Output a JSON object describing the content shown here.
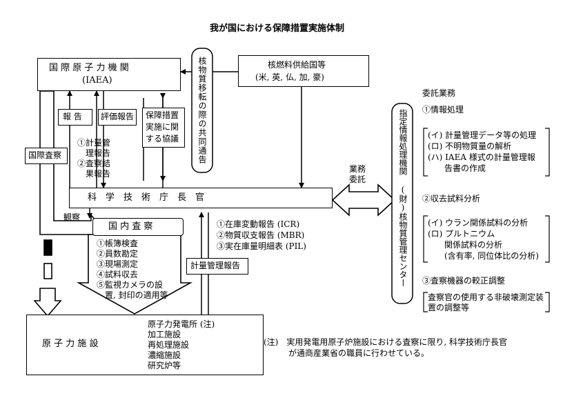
{
  "title": "我が国における保障措置実施体制",
  "iaea": {
    "name": "国 際 原 子 力 機 関",
    "abbr": "(IAEA)"
  },
  "supplier": {
    "title": "核燃料供給国等",
    "countries": "(米, 英, 仏, 加, 豪)"
  },
  "common_notice": "核物質移転の際の共同通告",
  "arrows": {
    "report": "報 告",
    "evaluation_report": "評価報告",
    "safeguards_agreement": [
      "保障措置",
      "実施に関",
      "する協議"
    ],
    "intl_inspection": "国際査察",
    "observation": "観察",
    "accounting_report": "計量管理報告",
    "entrust": [
      "業務",
      "委託"
    ]
  },
  "submissions": [
    "①計量管",
    "理報告",
    "②査察結",
    "果報告"
  ],
  "sta": "科　学　技　術　庁　長　官",
  "domestic_inspection": "国 内 査 察",
  "inspection_items": [
    "①帳簿検査",
    "②員数勘定",
    "③現場測定",
    "④試料収去",
    "⑤監視カメラの設",
    "置, 封印の適用等"
  ],
  "reports_to_sta": [
    "①在庫変動報告 (ICR)",
    "②物質収支報告 (MBR)",
    "③実在庫量明細表 (PIL)"
  ],
  "facility": {
    "name": "原 子 力 施 設",
    "types": [
      "原子力発電所 (注)",
      "加工施設",
      "再処理施設",
      "濃縮施設",
      "研究炉等"
    ]
  },
  "center": "指定情報処理機関 (財)核物質管理センター",
  "center_lines": [
    "指定情報処理機関",
    "(財)核物質管理センター"
  ],
  "commission": {
    "title": "委託業務",
    "s1": "①情報処理",
    "s1_items": [
      "(イ) 計量管理データ等の処理",
      "(ロ) 不明物質量の解析",
      "(ハ) IAEA 様式の計量管理報",
      "　　告書の作成"
    ],
    "s2": "②収去試料分析",
    "s2_items": [
      "(イ) ウラン関係試料の分析",
      "(ロ) プルトニウム",
      "　　関係試料の分析",
      "　　(含有率, 同位体比の分析)"
    ],
    "s3": "③査察機器の較正調整",
    "s3_items": [
      "査察官の使用する非破壊測定装",
      "置の調整等"
    ]
  },
  "note": [
    "(注)　実用発電用原子炉施設における査察に限り, 科学技術庁長官",
    "　　　が通商産業省の職員に行わせている。"
  ]
}
